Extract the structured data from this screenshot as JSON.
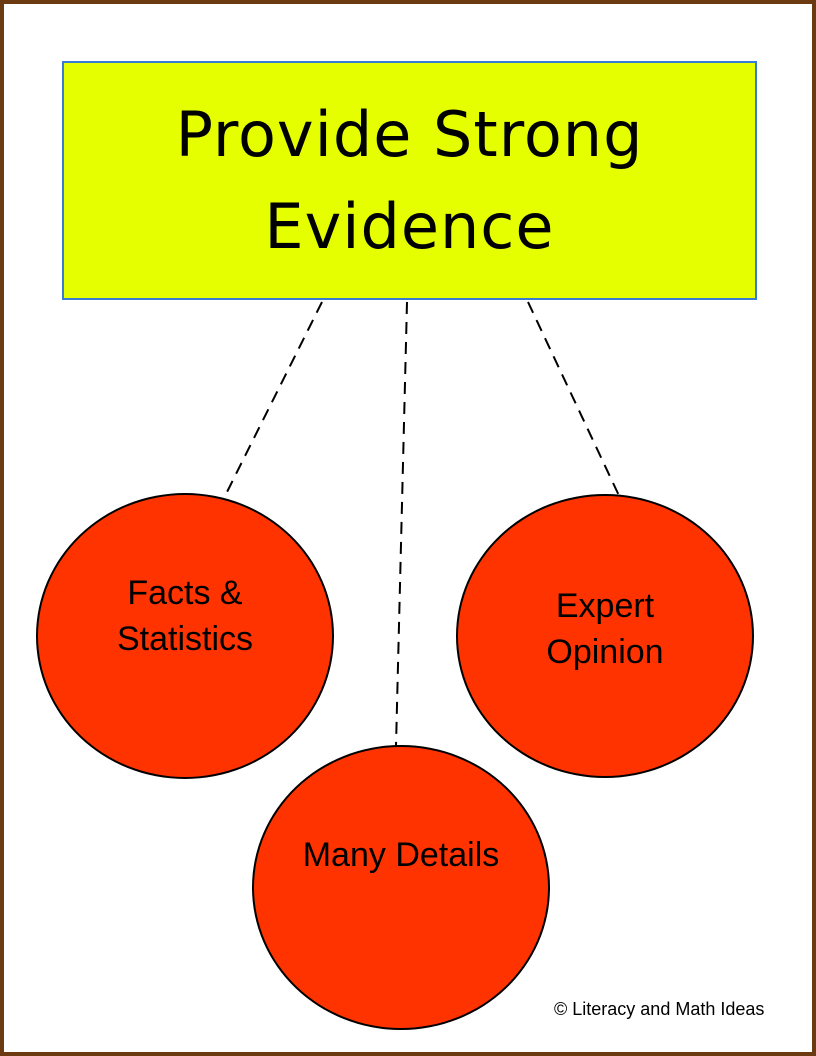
{
  "diagram": {
    "title": "Provide Strong\nEvidence",
    "nodes": [
      {
        "id": "facts",
        "label": "Facts &\nStatistics"
      },
      {
        "id": "details",
        "label": "Many Details"
      },
      {
        "id": "expert",
        "label": "Expert\nOpinion"
      }
    ],
    "edges": [
      {
        "from": "title",
        "to": "facts"
      },
      {
        "from": "title",
        "to": "details"
      },
      {
        "from": "title",
        "to": "expert"
      }
    ],
    "copyright": "© Literacy and Math Ideas"
  },
  "colors": {
    "title_fill": "#e6ff00",
    "title_border": "#3a7bd5",
    "node_fill": "#ff3300",
    "page_border": "#6b3a10"
  }
}
